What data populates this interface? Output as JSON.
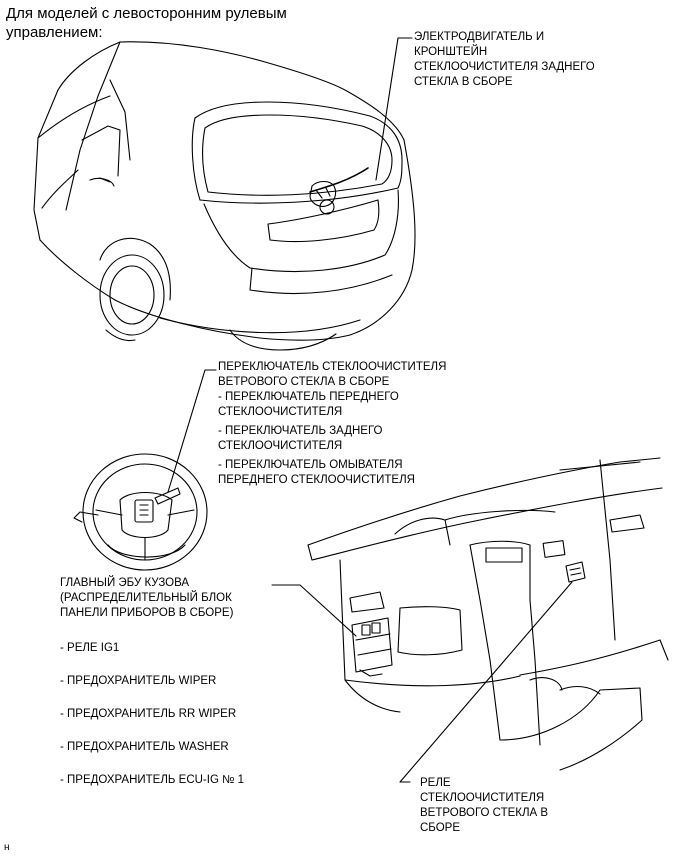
{
  "heading": [
    "Для моделей с левосторонним рулевым",
    "управлением:"
  ],
  "labels": {
    "rear_motor": [
      "ЭЛЕКТРОДВИГАТЕЛЬ И",
      "КРОНШТЕЙН",
      "СТЕКЛООЧИСТИТЕЛЯ ЗАДНЕГО",
      "СТЕКЛА В СБОРЕ"
    ],
    "switch": {
      "title": [
        "ПЕРЕКЛЮЧАТЕЛЬ СТЕКЛООЧИСТИТЕЛЯ",
        "ВЕТРОВОГО СТЕКЛА В СБОРЕ"
      ],
      "items": [
        [
          "- ПЕРЕКЛЮЧАТЕЛЬ ПЕРЕДНЕГО",
          "СТЕКЛООЧИСТИТЕЛЯ"
        ],
        [
          "- ПЕРЕКЛЮЧАТЕЛЬ ЗАДНЕГО",
          "СТЕКЛООЧИСТИТЕЛЯ"
        ],
        [
          "- ПЕРЕКЛЮЧАТЕЛЬ ОМЫВАТЕЛЯ",
          "ПЕРЕДНЕГО СТЕКЛООЧИСТИТЕЛЯ"
        ]
      ]
    },
    "ecu": {
      "title": [
        "ГЛАВНЫЙ ЭБУ КУЗОВА",
        "(РАСПРЕДЕЛИТЕЛЬНЫЙ БЛОК",
        "ПАНЕЛИ ПРИБОРОВ В СБОРЕ)"
      ],
      "items": [
        "- РЕЛЕ IG1",
        "- ПРЕДОХРАНИТЕЛЬ WIPER",
        "- ПРЕДОХРАНИТЕЛЬ RR WIPER",
        "- ПРЕДОХРАНИТЕЛЬ WASHER",
        "- ПРЕДОХРАНИТЕЛЬ ECU-IG № 1"
      ]
    },
    "relay": [
      "РЕЛЕ",
      "СТЕКЛООЧИСТИТЕЛЯ",
      "ВЕТРОВОГО СТЕКЛА В",
      "СБОРЕ"
    ]
  },
  "figure_code": "н"
}
